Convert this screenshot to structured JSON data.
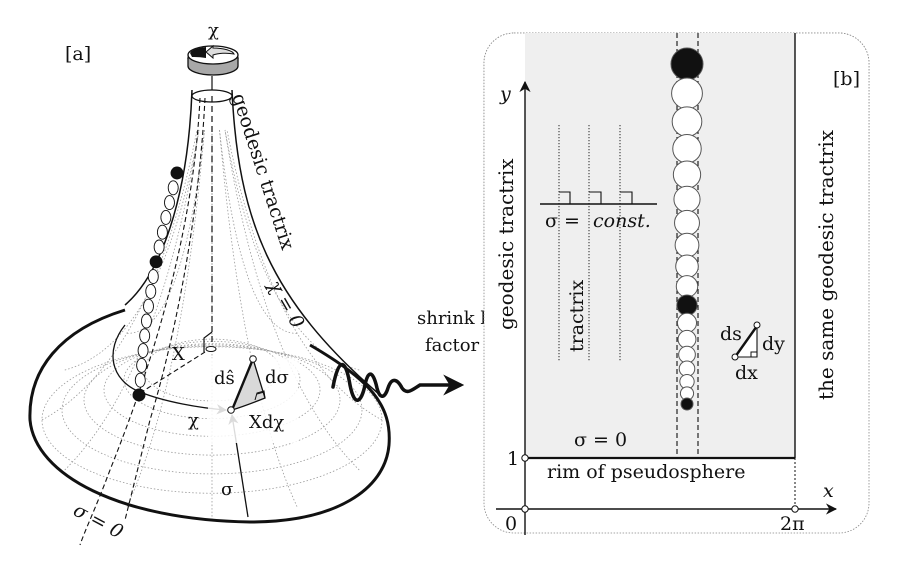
{
  "panel_a": {
    "label": "[a]",
    "rotation_symbol": "χ",
    "geodesic_label": "geodesic tractrix",
    "geodesic_eq": "χ = 0",
    "sigma_zero": "σ = 0",
    "chi_axis": "χ",
    "radius_X": "X",
    "ds_hat": "dŝ",
    "d_sigma": "dσ",
    "X_dchi": "Xdχ",
    "sigma_arrow": "σ",
    "bead_count": 16,
    "black_bead_indices": [
      0,
      6,
      15
    ]
  },
  "transition": {
    "line1": "shrink by",
    "line2": "factor X"
  },
  "panel_b": {
    "label": "[b]",
    "y_axis": "y",
    "x_axis": "x",
    "left_vertical": "geodesic tractrix",
    "right_vertical": "the same geodesic tractrix",
    "sigma_const_lhs": "σ =",
    "sigma_const_rhs": "const.",
    "tractrix": "tractrix",
    "sigma_zero": "σ = 0",
    "rim": "rim of pseudosphere",
    "tick_one": "1",
    "tick_zero": "0",
    "tick_two_pi": "2π",
    "ds": "ds",
    "dy": "dy",
    "dx": "dx",
    "bead_count": 18,
    "black_bead_indices": [
      0,
      10,
      17
    ]
  },
  "colors": {
    "ink": "#111111",
    "shade": "#efefef",
    "grid": "#9a9a9a",
    "triangle": "#d9d9d9",
    "ring": "#a8a8a8"
  }
}
